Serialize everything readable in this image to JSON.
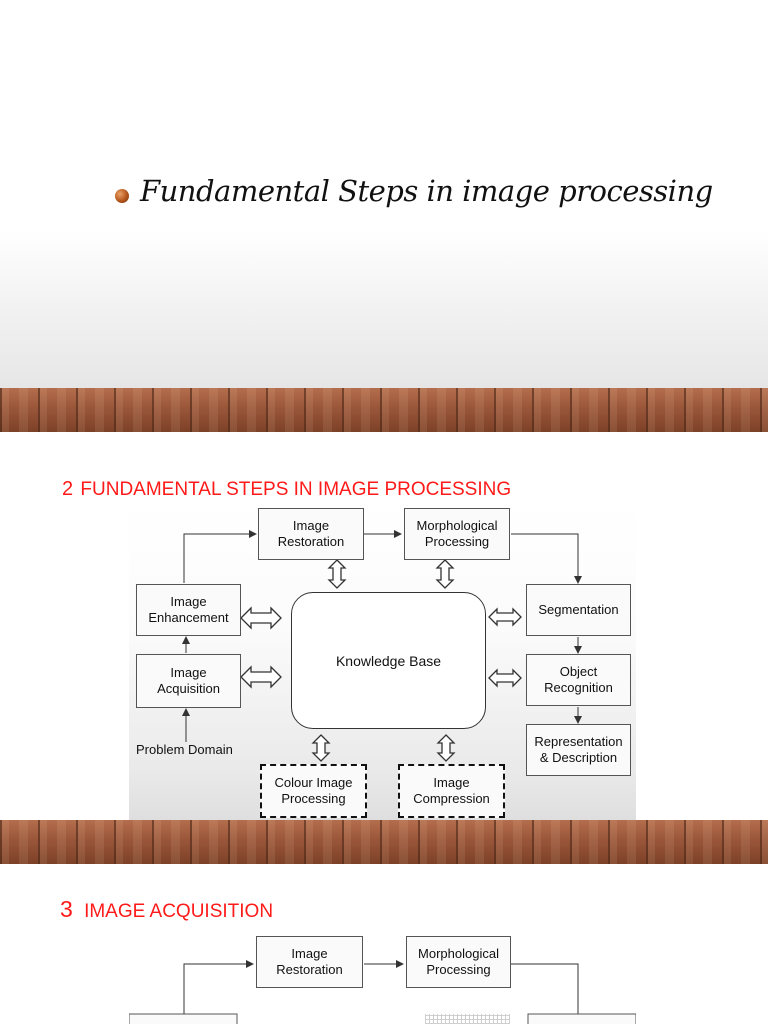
{
  "slide1": {
    "title": "Fundamental Steps in image processing"
  },
  "slide2": {
    "number": "2",
    "title": "FUNDAMENTAL STEPS IN IMAGE PROCESSING",
    "diagram": {
      "image_restoration": "Image\nRestoration",
      "morphological_processing": "Morphological\nProcessing",
      "image_enhancement": "Image\nEnhancement",
      "segmentation": "Segmentation",
      "image_acquisition": "Image\nAcquisition",
      "object_recognition": "Object\nRecognition",
      "knowledge_base": "Knowledge Base",
      "representation_description": "Representation\n& Description",
      "problem_domain": "Problem Domain",
      "colour_image_processing": "Colour Image\nProcessing",
      "image_compression": "Image\nCompression"
    }
  },
  "slide3": {
    "number": "3",
    "title": "IMAGE ACQUISITION",
    "diagram": {
      "image_restoration": "Image\nRestoration",
      "morphological_processing": "Morphological\nProcessing"
    }
  }
}
